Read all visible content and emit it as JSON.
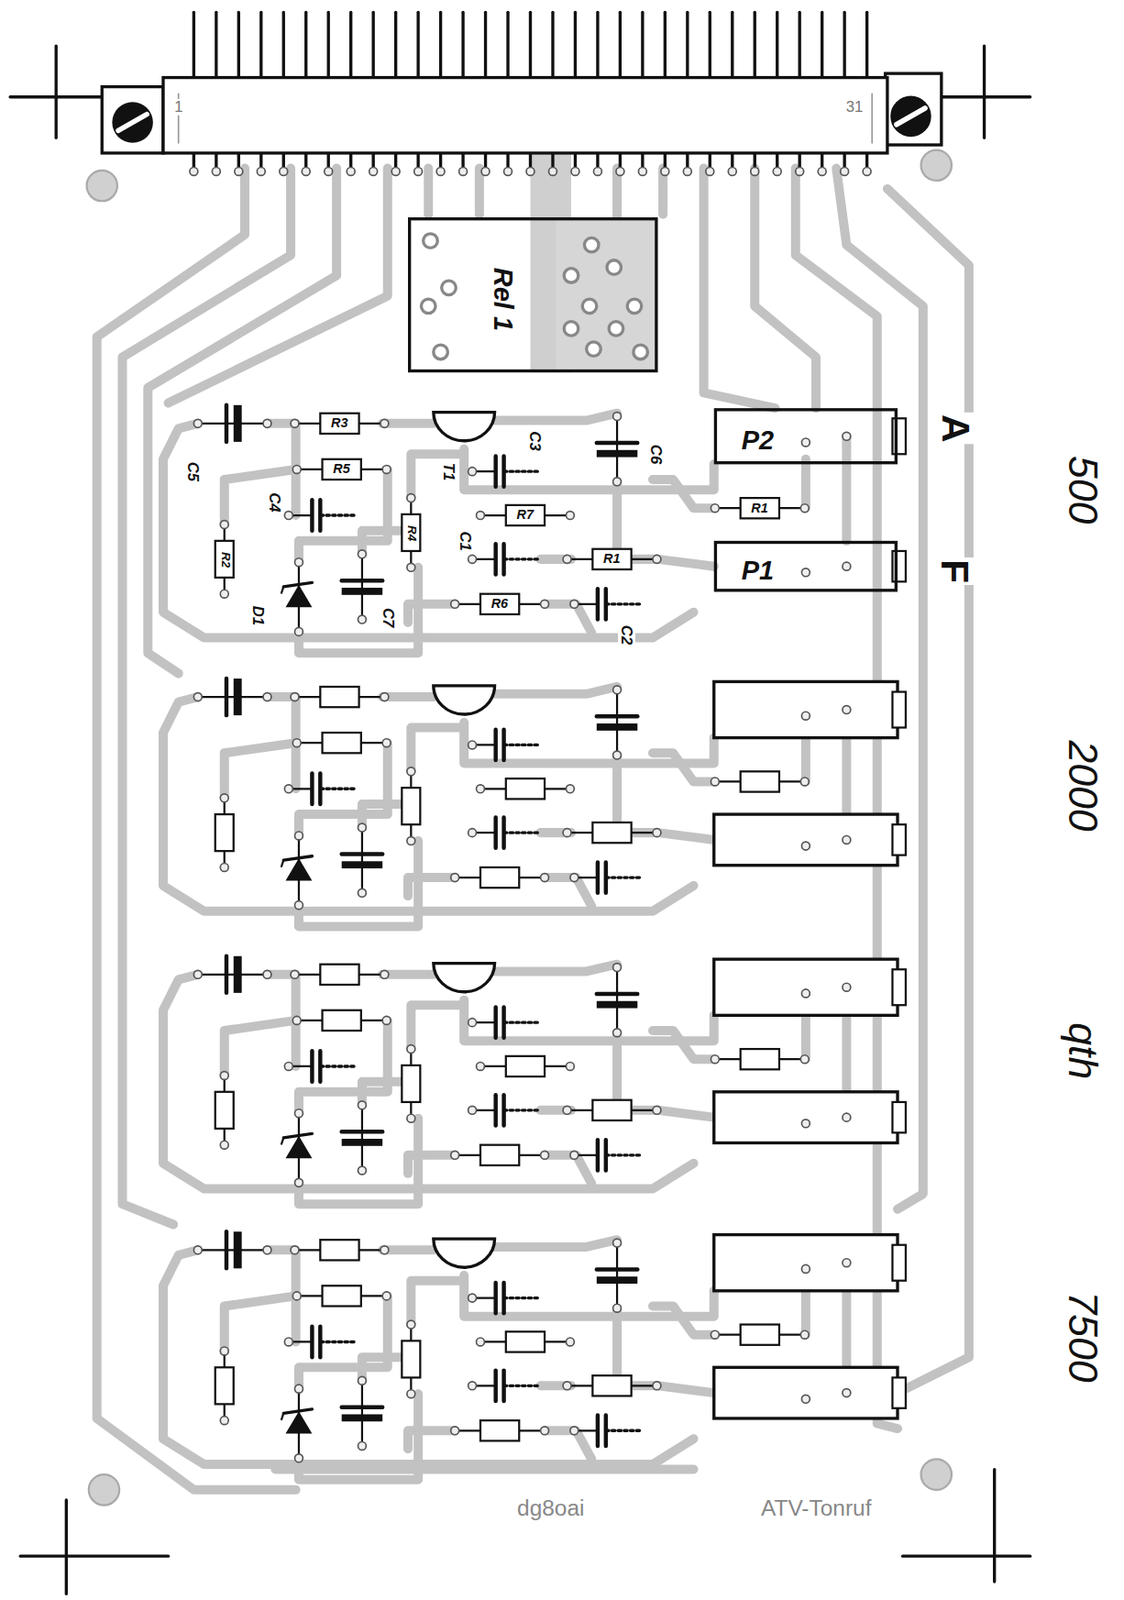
{
  "diagram": {
    "nodes": [
      {
        "text": [
          "Rel 1"
        ]
      },
      {
        "text": [
          "P2"
        ]
      },
      {
        "text": [
          "P1"
        ]
      }
    ],
    "labels": [
      "1",
      "31",
      "R3",
      "T1",
      "C3",
      "C6",
      "A",
      "C5",
      "R5",
      "C4",
      "R7",
      "R1",
      "R4",
      "C1",
      "R1",
      "F",
      "R2",
      "R6",
      "D1",
      "C7",
      "C2",
      "500",
      "2000",
      "qth",
      "7500",
      "ATV-Tonruf",
      "dg8oai"
    ]
  }
}
